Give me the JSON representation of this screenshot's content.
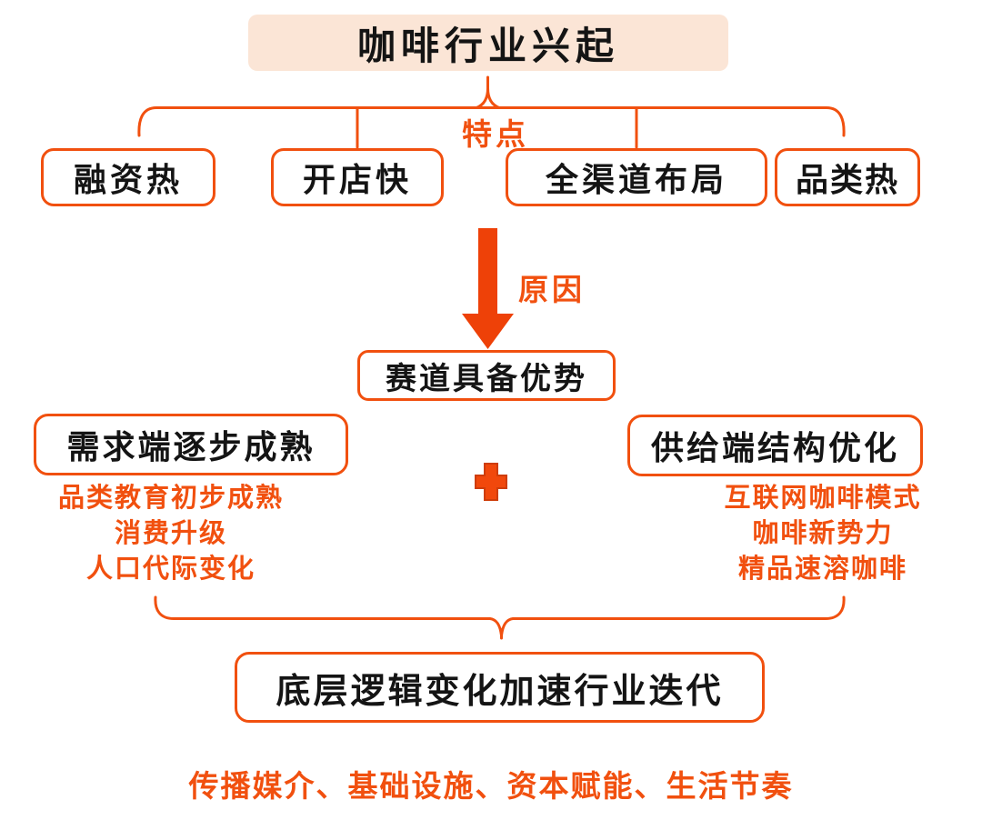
{
  "colors": {
    "orange": "#F1500F",
    "arrow_fill": "#EE4108",
    "plus_fill": "#F1480C",
    "plus_stroke": "#CE3D0A",
    "title_bg": "#FBE5D6",
    "text_black": "#141414"
  },
  "root": {
    "title": "咖啡行业兴起"
  },
  "features": {
    "label": "特点",
    "items": [
      "融资热",
      "开店快",
      "全渠道布局",
      "品类热"
    ]
  },
  "reason": {
    "label": "原因"
  },
  "advantage": {
    "title": "赛道具备优势"
  },
  "demand": {
    "title": "需求端逐步成熟",
    "items": [
      "品类教育初步成熟",
      "消费升级",
      "人口代际变化"
    ]
  },
  "supply": {
    "title": "供给端结构优化",
    "items": [
      "互联网咖啡模式",
      "咖啡新势力",
      "精品速溶咖啡"
    ]
  },
  "conclusion": {
    "title": "底层逻辑变化加速行业迭代"
  },
  "footer": {
    "text": "传播媒介、基础设施、资本赋能、生活节奏"
  }
}
